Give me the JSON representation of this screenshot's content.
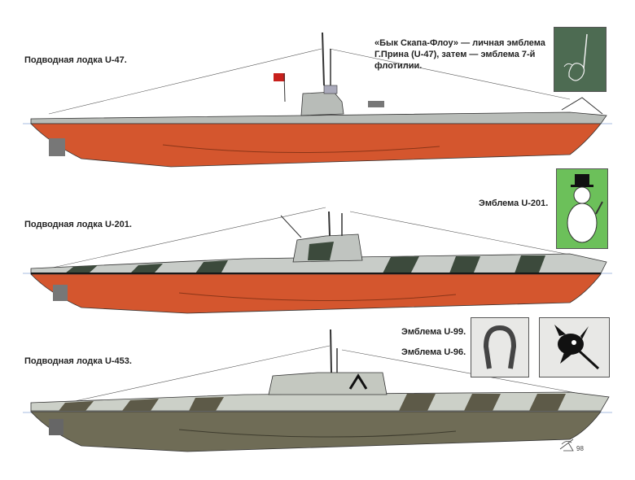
{
  "boats": [
    {
      "label": "Подводная лодка U-47."
    },
    {
      "label": "Подводная лодка U-201."
    },
    {
      "label": "Подводная лодка U-453."
    }
  ],
  "emblems": {
    "u47_caption": "«Бык Скапа-Флоу» — личная эмблема Г.Прина (U-47), затем — эмблема 7-й флотилии.",
    "u201_caption": "Эмблема U-201.",
    "u99_caption": "Эмблема U-99.",
    "u96_caption": "Эмблема U-96."
  },
  "signature": {
    "year": "98"
  },
  "colors": {
    "red_hull": "#d4562e",
    "grey_deck": "#b8bcb8",
    "dark_green": "#4d6b52",
    "light_green": "#6cc05a",
    "olive_hull": "#6f6c56"
  }
}
